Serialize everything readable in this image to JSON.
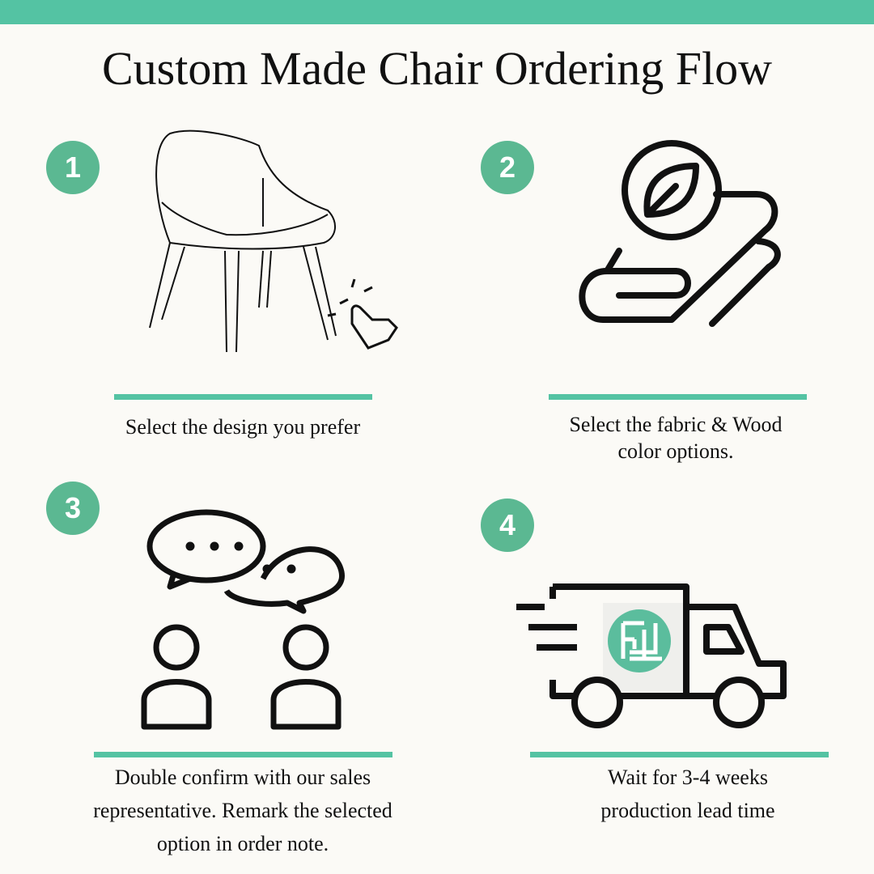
{
  "title": "Custom Made Chair Ordering Flow",
  "colors": {
    "accent": "#54c3a3",
    "badge": "#5bb892",
    "background": "#fbfaf6"
  },
  "steps": [
    {
      "number": "1",
      "icon": "chair-click-icon",
      "caption": "Select the design you prefer"
    },
    {
      "number": "2",
      "icon": "fabric-roll-leaf-icon",
      "caption_lines": [
        "Select the fabric & Wood",
        "color options."
      ]
    },
    {
      "number": "3",
      "icon": "conversation-icon",
      "caption_lines": [
        "Double confirm with our sales",
        "representative. Remark the selected",
        "option in order note."
      ]
    },
    {
      "number": "4",
      "icon": "delivery-truck-icon",
      "caption_lines": [
        "Wait for 3-4 weeks",
        "production lead time"
      ]
    }
  ]
}
